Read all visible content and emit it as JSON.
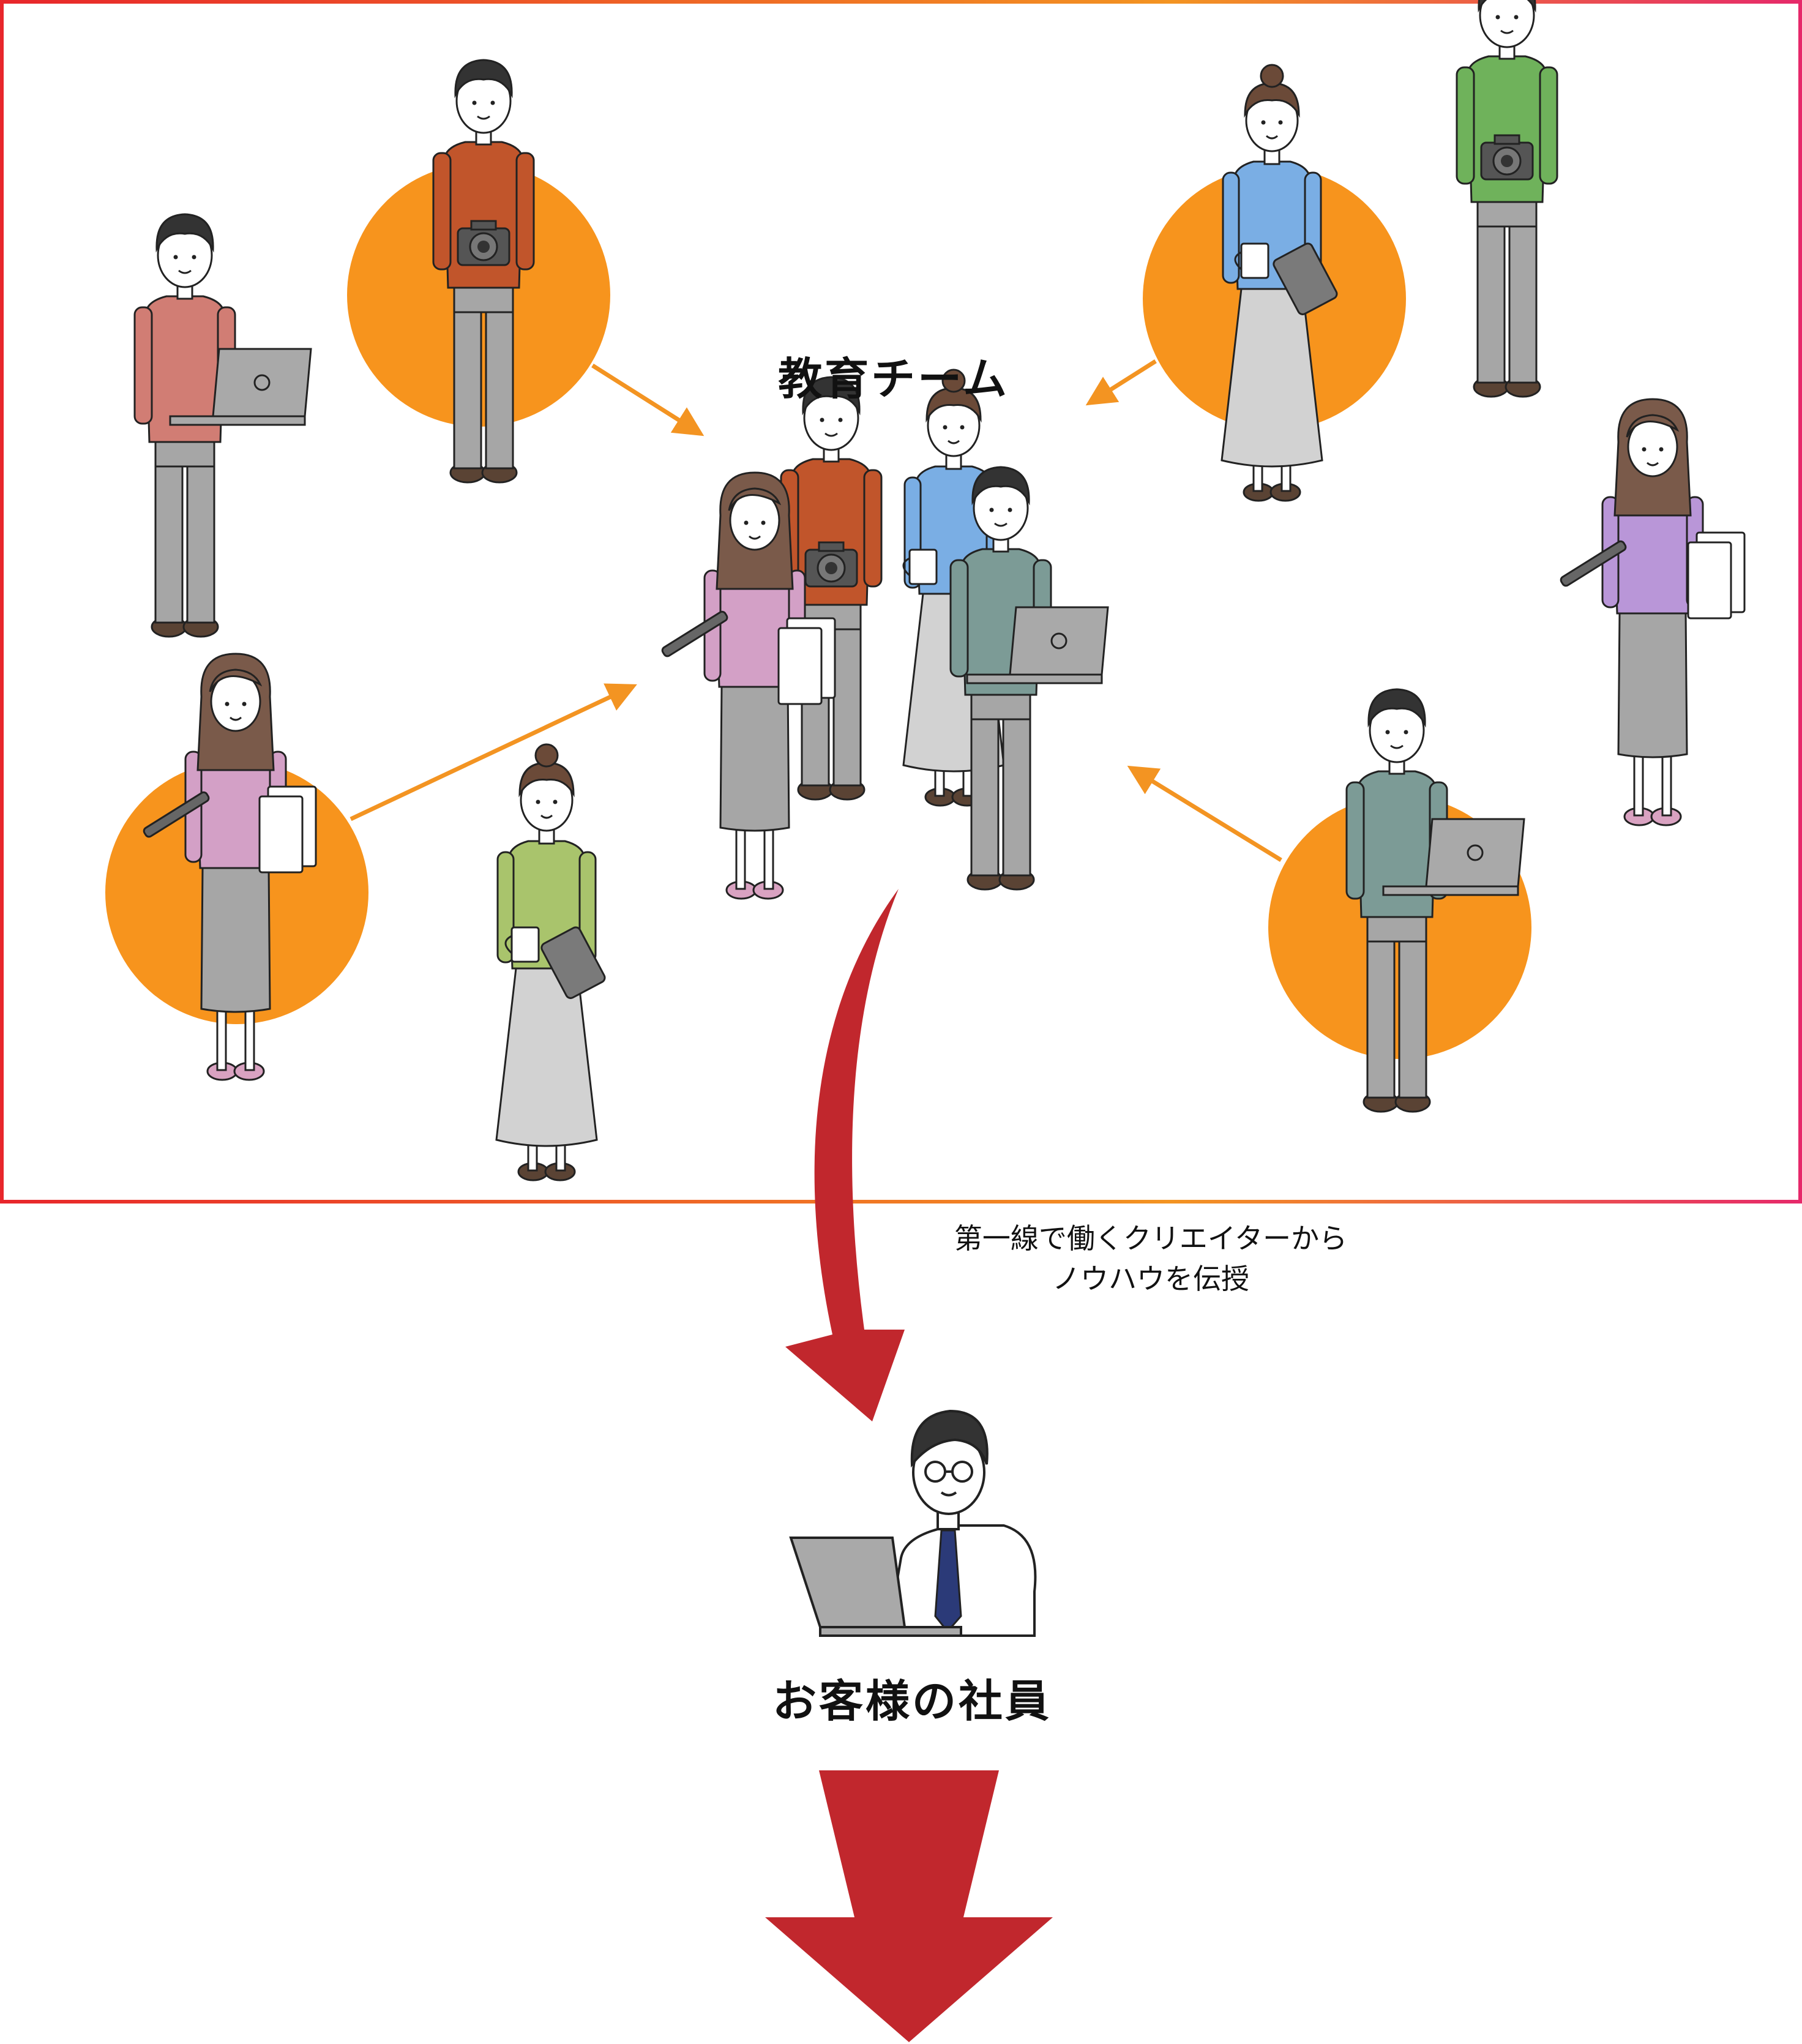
{
  "team": {
    "title": "教育チーム"
  },
  "transfer": {
    "line1": "第一線で働くクリエイターから",
    "line2": "ノウハウを伝授"
  },
  "client": {
    "label": "お客様の社員"
  },
  "colors": {
    "frame_gradient": [
      "#e8262b",
      "#f39422",
      "#e6296a"
    ],
    "orange": "#f7941d",
    "red_arrow": "#c1272d",
    "laptop": "#a9a9a9",
    "pants_gray": "#a6a6a6"
  },
  "icons": [
    "camera-icon",
    "laptop-icon",
    "mug-icon",
    "notepad-icon",
    "pen-icon",
    "tablet-icon"
  ]
}
